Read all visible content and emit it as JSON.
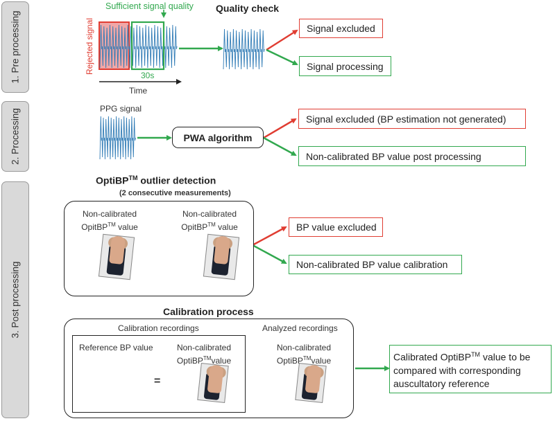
{
  "stages": [
    {
      "label": "1. Pre processing"
    },
    {
      "label": "2. Processing"
    },
    {
      "label": "3. Post processing"
    }
  ],
  "preprocessing": {
    "title": "Quality check",
    "sufficient_label": "Sufficient signal quality",
    "rejected_label": "Rejected signal",
    "window_label": "30s",
    "time_label": "Time",
    "excluded": "Signal excluded",
    "processing": "Signal processing"
  },
  "processing": {
    "ppg_label": "PPG signal",
    "algorithm": "PWA algorithm",
    "excluded": "Signal excluded (BP estimation not generated)",
    "output": "Non-calibrated BP value post processing"
  },
  "outlier": {
    "title_main": "OptiBP",
    "title_sup": "TM",
    "title_rest": " outlier detection",
    "subtitle": "(2 consecutive measurements)",
    "value_line1": "Non-calibrated",
    "value_line2_main": "OpitBP",
    "value_line2_sup": "TM",
    "value_line2_rest": " value",
    "excluded": "BP value excluded",
    "calibration": "Non-calibrated BP value calibration"
  },
  "calibration": {
    "title": "Calibration process",
    "recordings_label": "Calibration recordings",
    "analyzed_label": "Analyzed recordings",
    "reference_label": "Reference BP value",
    "value_line1": "Non-calibrated",
    "value_line2_main": "OptiBP",
    "value_line2_sup": "TM",
    "value_line2_rest": "value",
    "equals": "=",
    "result_main1": "Calibrated OptiBP",
    "result_sup": "TM",
    "result_rest": " value to be compared with corresponding auscultatory reference"
  },
  "colors": {
    "red": "#e03d32",
    "green": "#31a84e",
    "signal": "#2e7ab5",
    "rejected_fill": "#f0a7a7"
  },
  "icons": [
    "arrow-icon",
    "double-arrow-icon",
    "arm-icon",
    "phone-photo-icon"
  ]
}
